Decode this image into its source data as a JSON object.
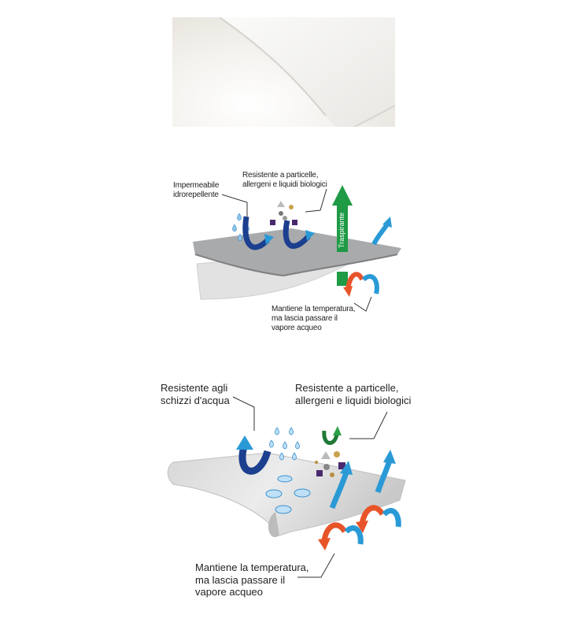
{
  "pillow_image": {
    "alt": "white pillow on white bedding"
  },
  "diagram_1": {
    "label_waterproof": "Impermeabile\nidrorepellente",
    "label_particles": "Resistente a particelle,\nallergeni e liquidi biologici",
    "label_breathable": "Traspirante",
    "label_temperature": "Mantiene la temperatura,\nma lascia passare il\nvapore acqueo"
  },
  "diagram_2": {
    "label_splash": "Resistente agli\nschizzi d'acqua",
    "label_particles": "Resistente a particelle,\nallergeni e liquidi biologici",
    "label_temperature": "Mantiene la temperatura,\nma lascia passare il\nvapore acqueo"
  },
  "colors": {
    "blue_dark": "#1c3f8f",
    "blue_light": "#2a9ad6",
    "green": "#1f9a45",
    "orange": "#e8542a",
    "purple": "#4a2a6e",
    "fabric_gray": "#9fa0a2",
    "fabric_light": "#e4e4e4"
  }
}
